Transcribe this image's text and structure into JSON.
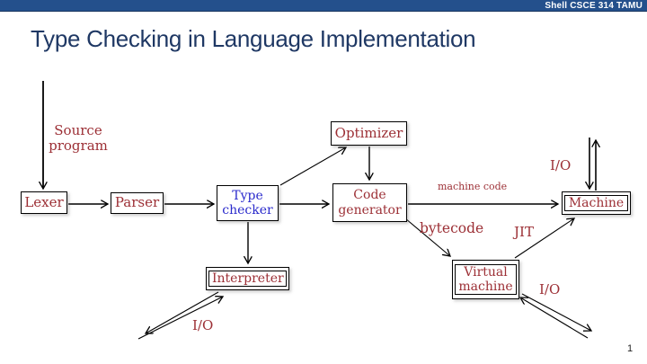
{
  "banner": {
    "text": "Shell CSCE 314 TAMU"
  },
  "title": "Type Checking in Language Implementation",
  "page_number": "1",
  "colors": {
    "banner_bg": "#24508C",
    "title_text": "#1F3864",
    "diagram_label": "#9C2F35",
    "highlighted_label": "#2B2BCC",
    "line": "#000000"
  },
  "diagram": {
    "boxes": {
      "lexer": {
        "label": "Lexer"
      },
      "parser": {
        "label": "Parser"
      },
      "type_checker": {
        "label": "Type checker",
        "highlighted": true
      },
      "optimizer": {
        "label": "Optimizer"
      },
      "code_generator": {
        "label": "Code generator"
      },
      "machine": {
        "label": "Machine"
      },
      "interpreter": {
        "label": "Interpreter"
      },
      "virtual_machine": {
        "label": "Virtual machine"
      }
    },
    "edge_labels": {
      "source_program": "Source program",
      "machine_code": "machine code",
      "bytecode": "bytecode",
      "jit": "JIT",
      "io_machine": "I/O",
      "io_interpreter": "I/O",
      "io_virtual_machine": "I/O"
    },
    "flow": [
      "Source program -> Lexer -> Parser -> Type checker",
      "Type checker -> Optimizer -> Code generator",
      "Type checker -> Code generator",
      "Type checker -> Interpreter <-> I/O",
      "Code generator -(machine code)-> Machine <-> I/O",
      "Code generator -(bytecode)-> Virtual machine <-> I/O",
      "Virtual machine -(JIT)-> Machine"
    ]
  }
}
